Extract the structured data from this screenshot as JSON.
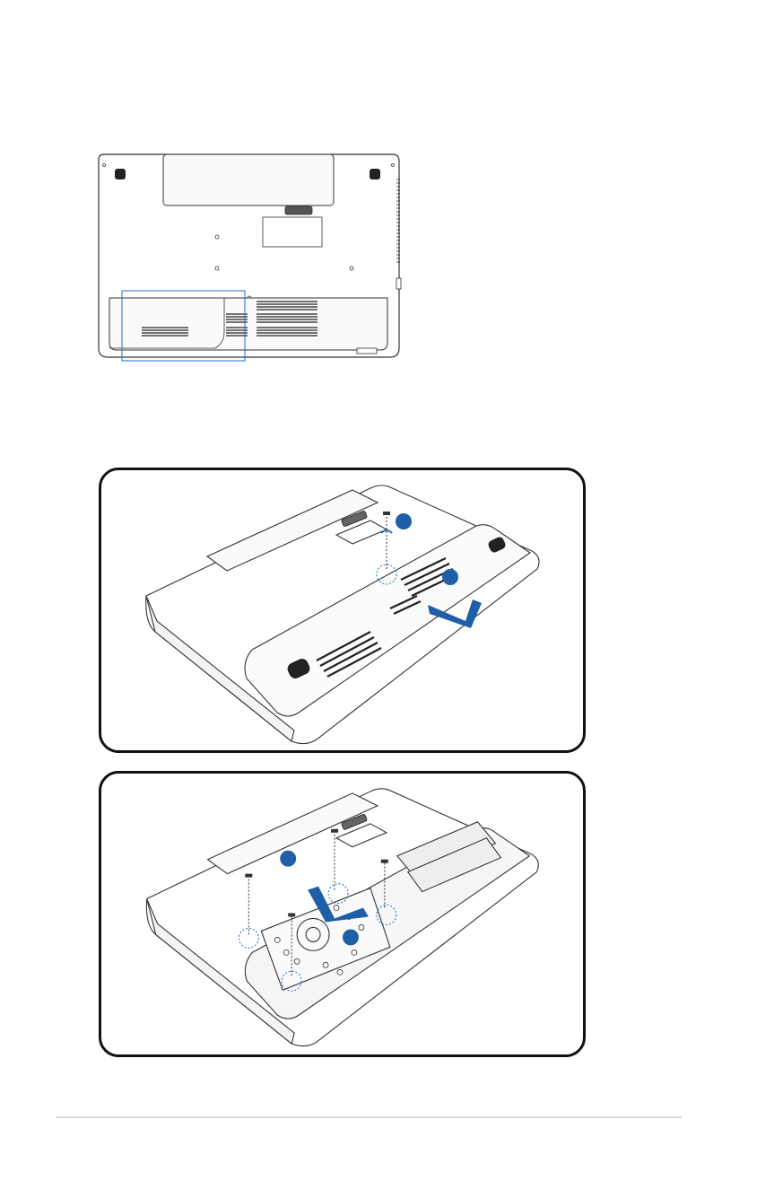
{
  "figures": {
    "top": {
      "name": "laptop-bottom-view"
    },
    "panel_1": {
      "name": "remove-hdd-compartment-cover",
      "steps": [
        "",
        ""
      ]
    },
    "panel_2": {
      "name": "remove-hard-disk-drive",
      "steps": [
        "",
        ""
      ]
    }
  },
  "colors": {
    "step_blue": "#1f5fa8",
    "callout_blue": "#1f6fc6",
    "line": "#333333",
    "rule": "#d7d7d7"
  },
  "footer": {
    "rule": true
  }
}
